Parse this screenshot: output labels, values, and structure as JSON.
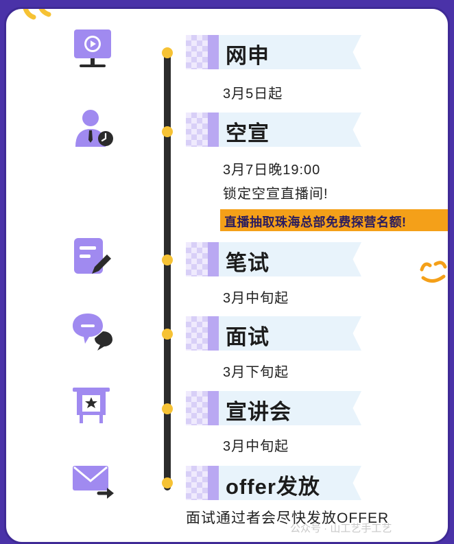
{
  "steps": [
    {
      "title": "网申",
      "icon": "monitor-play-icon",
      "lines": [
        "3月5日起"
      ]
    },
    {
      "title": "空宣",
      "icon": "presenter-clock-icon",
      "lines": [
        "3月7日晚19:00",
        "锁定空宣直播间!"
      ],
      "highlight": "直播抽取珠海总部免费探营名额!"
    },
    {
      "title": "笔试",
      "icon": "document-pen-icon",
      "lines": [
        "3月中旬起"
      ]
    },
    {
      "title": "面试",
      "icon": "chat-bubbles-icon",
      "lines": [
        "3月下旬起"
      ]
    },
    {
      "title": "宣讲会",
      "icon": "presentation-board-icon",
      "lines": [
        "3月中旬起"
      ]
    },
    {
      "title": "offer发放",
      "icon": "envelope-send-icon",
      "lines": []
    }
  ],
  "footer": "面试通过者会尽快发放OFFER",
  "watermark": "公众号 · 山工艺手工艺",
  "colors": {
    "frame": "#4a32a8",
    "accent_yellow": "#f6c234",
    "accent_orange": "#f4a019",
    "icon_purple": "#a08af0",
    "banner_blue": "#e8f3fb"
  }
}
